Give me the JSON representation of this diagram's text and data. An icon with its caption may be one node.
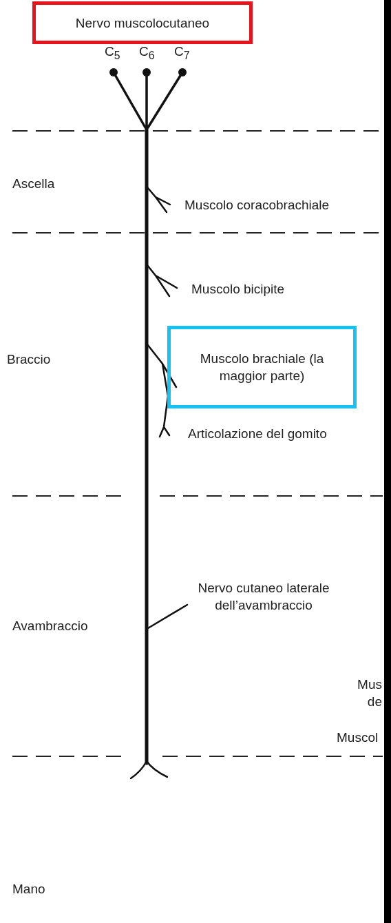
{
  "diagram": {
    "nodes": [
      {
        "text": [
          "Nervo muscolocutaneo"
        ]
      },
      {
        "text": [
          "Muscolo brachiale (la maggior parte)"
        ]
      }
    ],
    "labels": [
      "C$_{5}$",
      "C$_{6}$",
      "C$_{7}$",
      "Ascella",
      "Muscolo coracobrachiale",
      "Muscolo bicipite",
      "Braccio",
      "Articolazione del gomito",
      "Nervo cutaneo laterale dell’avambraccio",
      "Avambraccio",
      "Mus de",
      "Muscol",
      "Mano"
    ]
  }
}
